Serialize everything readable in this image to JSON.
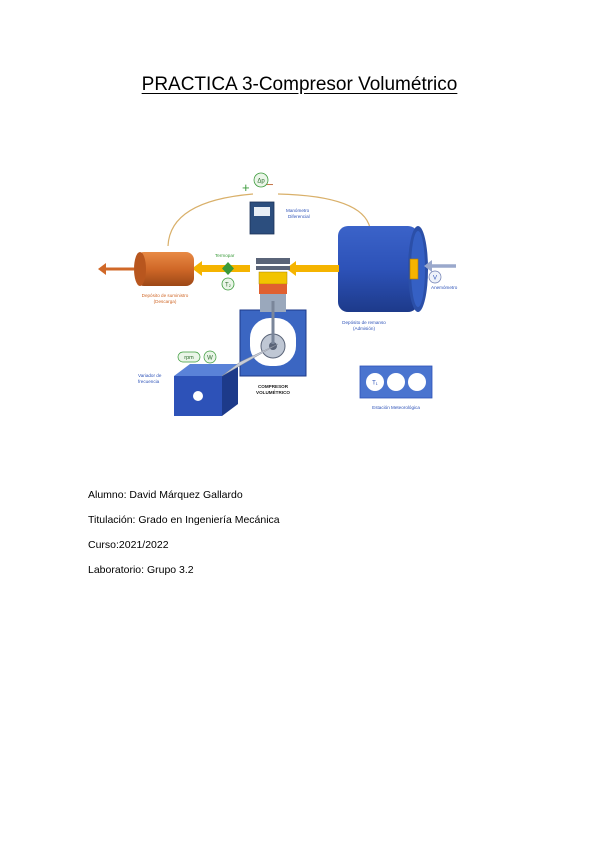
{
  "document": {
    "title": "PRACTICA 3-Compresor Volumétrico"
  },
  "figure": {
    "plus": "+",
    "minus": "−",
    "delta_p": "Δp",
    "manometer": [
      "Manómetro",
      "Diferencial"
    ],
    "thermocouple": "Termopar",
    "t2": "T₂",
    "t1": "T₁",
    "v": "V",
    "supply_tank": [
      "Depósito de suministro",
      "(Descarga)"
    ],
    "rest_tank": [
      "Depósito de remanso",
      "(Admisión)"
    ],
    "anemometer": "Anemómetro",
    "freq_var": [
      "Variador de",
      "frecuencia"
    ],
    "rpm": "rpm",
    "w": "W",
    "compressor": [
      "COMPRESOR",
      "VOLUMÉTRICO"
    ],
    "weather_station": "Estación Meteorológica",
    "colors": {
      "tank_blue": "#2d52b8",
      "supply_orange": "#d9702e",
      "flow_yellow": "#f5b400",
      "green": "#3a9a3a"
    }
  },
  "info": {
    "student": "Alumno: David Márquez Gallardo",
    "degree": "Titulación: Grado en Ingeniería Mecánica",
    "course": "Curso:2021/2022",
    "lab": "Laboratorio: Grupo 3.2"
  }
}
